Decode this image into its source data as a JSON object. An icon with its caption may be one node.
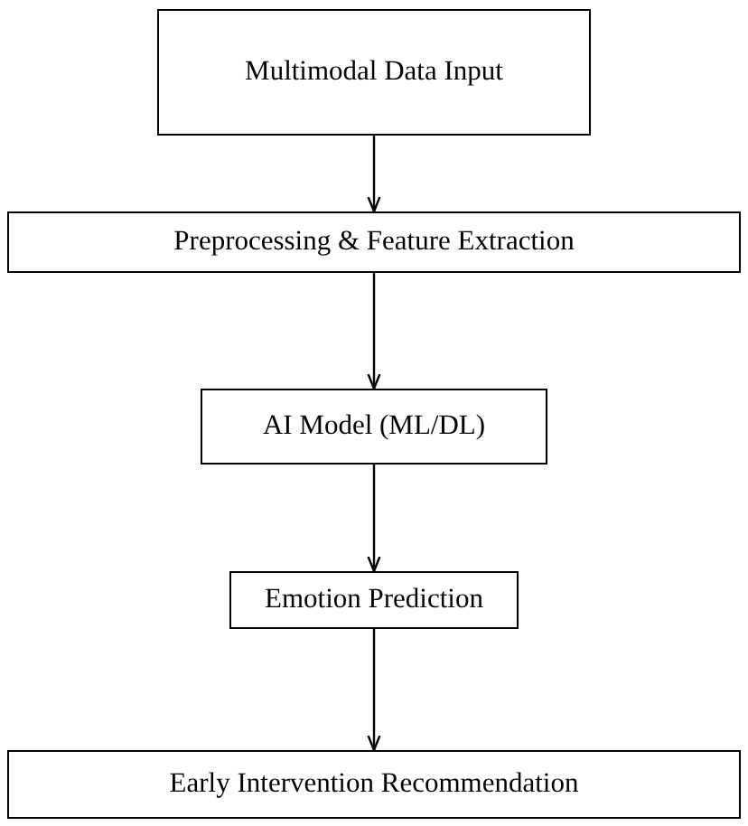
{
  "diagram": {
    "nodes": [
      {
        "text": [
          "Multimodal Data Input"
        ]
      },
      {
        "text": [
          "Preprocessing & Feature Extraction"
        ]
      },
      {
        "text": [
          "AI Model (ML/DL)"
        ]
      },
      {
        "text": [
          "Emotion Prediction"
        ]
      },
      {
        "text": [
          "Early Intervention Recommendation"
        ]
      }
    ],
    "edges": [
      {
        "from": 0,
        "to": 1,
        "arrow": "to"
      },
      {
        "from": 1,
        "to": 2,
        "arrow": "to"
      },
      {
        "from": 2,
        "to": 3,
        "arrow": "to"
      },
      {
        "from": 3,
        "to": 4,
        "arrow": "to"
      }
    ]
  }
}
